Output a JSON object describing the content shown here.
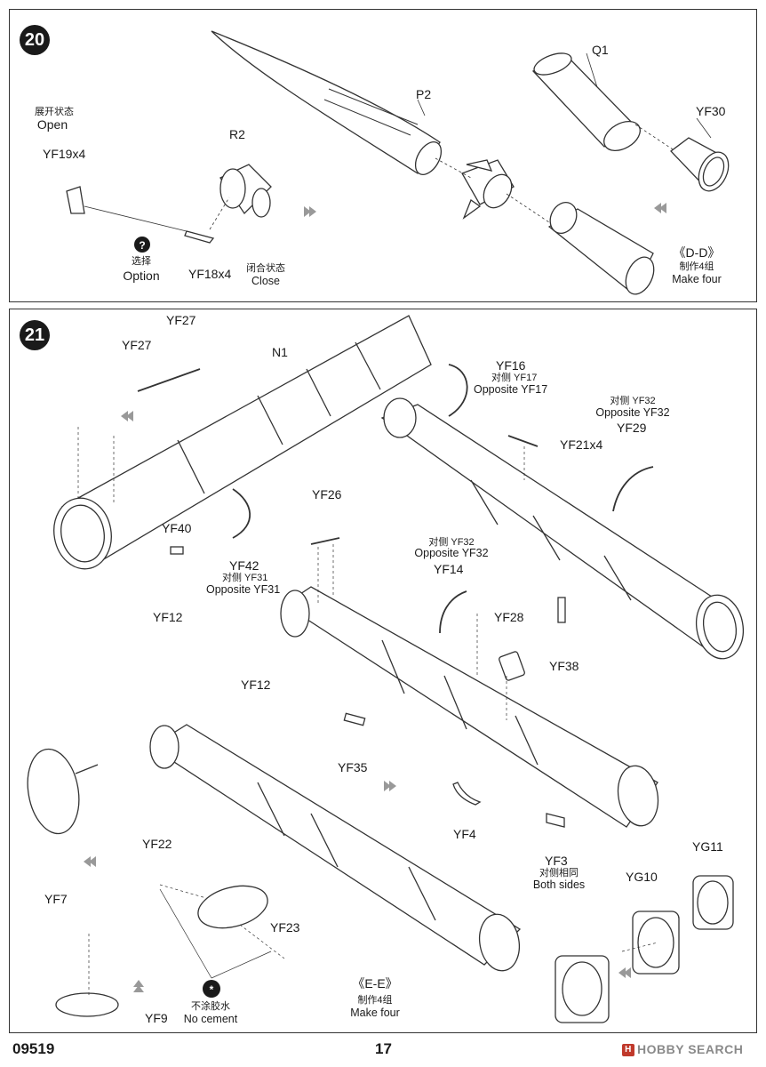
{
  "step20": {
    "number": "20",
    "open_cn": "展开状态",
    "open": "Open",
    "yf19": "YF19x4",
    "r2": "R2",
    "p2": "P2",
    "q1": "Q1",
    "yf30": "YF30",
    "option_cn": "选择",
    "option": "Option",
    "yf18": "YF18x4",
    "close_cn": "闭合状态",
    "close": "Close",
    "dd": "《D-D》",
    "make4_cn": "制作4组",
    "make4": "Make four"
  },
  "step21": {
    "number": "21",
    "yf27a": "YF27",
    "yf27b": "YF27",
    "n1": "N1",
    "yf16": "YF16",
    "yf16_opp_cn": "对侧 YF17",
    "yf16_opp": "Opposite YF17",
    "yf32_opp_cn": "对侧 YF32",
    "yf32_opp": "Opposite YF32",
    "yf29": "YF29",
    "yf21": "YF21x4",
    "yf26": "YF26",
    "yf40": "YF40",
    "yf42": "YF42",
    "yf42_opp_cn": "对侧 YF31",
    "yf42_opp": "Opposite YF31",
    "yf12a": "YF12",
    "yf14_opp_cn": "对侧 YF32",
    "yf14_opp": "Opposite YF32",
    "yf14": "YF14",
    "yf28": "YF28",
    "yf38": "YF38",
    "yf12b": "YF12",
    "yf35": "YF35",
    "yf4": "YF4",
    "yf3": "YF3",
    "yf3_both_cn": "对侧相同",
    "yf3_both": "Both sides",
    "yf22": "YF22",
    "yg11": "YG11",
    "yg10": "YG10",
    "yf7": "YF7",
    "yf23": "YF23",
    "nocement_cn": "不涂胶水",
    "nocement": "No cement",
    "ee": "《E-E》",
    "make4_cn": "制作4组",
    "make4": "Make four",
    "yf9": "YF9"
  },
  "footer": {
    "code": "09519",
    "page": "17",
    "watermark": "HOBBY SEARCH",
    "watermark_mark": "H"
  }
}
